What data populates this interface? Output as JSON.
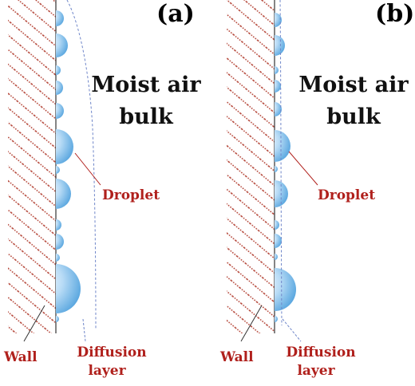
{
  "panels": [
    {
      "tag": "(a)",
      "bulk_line1": "Moist air",
      "bulk_line2": "bulk",
      "droplet_label": "Droplet",
      "wall_label": "Wall",
      "diffusion_line1": "Diffusion",
      "diffusion_line2": "layer"
    },
    {
      "tag": "(b)",
      "bulk_line1": "Moist air",
      "bulk_line2": "bulk",
      "droplet_label": "Droplet",
      "wall_label": "Wall",
      "diffusion_line1": "Diffusion",
      "diffusion_line2": "layer"
    }
  ],
  "colors": {
    "wall_hatch": "#b5473a",
    "droplet_light": "#eaf5fd",
    "droplet_dark": "#4c9fdc",
    "label_red": "#b0201c",
    "diffusion_line": "#6f86c9"
  }
}
